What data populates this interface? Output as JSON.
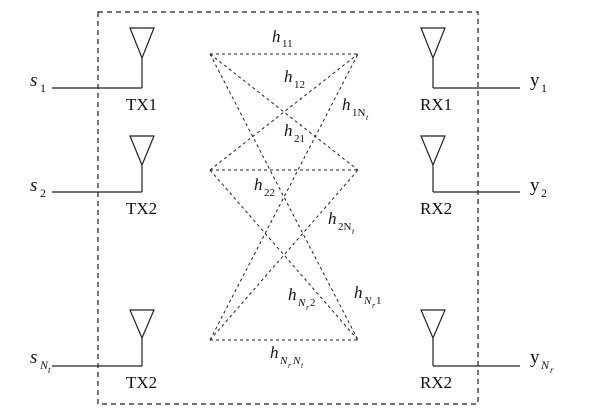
{
  "inputs": [
    {
      "base": "s",
      "sub": "1",
      "subsub": ""
    },
    {
      "base": "s",
      "sub": "2",
      "subsub": ""
    },
    {
      "base": "s",
      "sub": "N",
      "subsub": "t"
    }
  ],
  "outputs": [
    {
      "base": "y",
      "sub": "1",
      "subsub": ""
    },
    {
      "base": "y",
      "sub": "2",
      "subsub": ""
    },
    {
      "base": "y",
      "sub": "N",
      "subsub": "r"
    }
  ],
  "transmitters": [
    "TX1",
    "TX2",
    "TX2"
  ],
  "receivers": [
    "RX1",
    "RX2",
    "RX2"
  ],
  "channel_labels": {
    "h11": {
      "base": "h",
      "sub": "11"
    },
    "h12": {
      "base": "h",
      "sub": "12"
    },
    "h1Nt": {
      "base": "h",
      "sub": "1N",
      "subsub": "t"
    },
    "h21": {
      "base": "h",
      "sub": "21"
    },
    "h22": {
      "base": "h",
      "sub": "22"
    },
    "h2Nt": {
      "base": "h",
      "sub": "2N",
      "subsub": "t"
    },
    "hNr2": {
      "base": "h",
      "sub": "N",
      "subsub": "r",
      "subtail": "2"
    },
    "hNr1": {
      "base": "h",
      "sub": "N",
      "subsub": "r",
      "subtail": "1"
    },
    "hNrNt": {
      "base": "h",
      "sub": "N",
      "subsub": "r",
      "sub2": "N",
      "subsub2": "t"
    }
  }
}
